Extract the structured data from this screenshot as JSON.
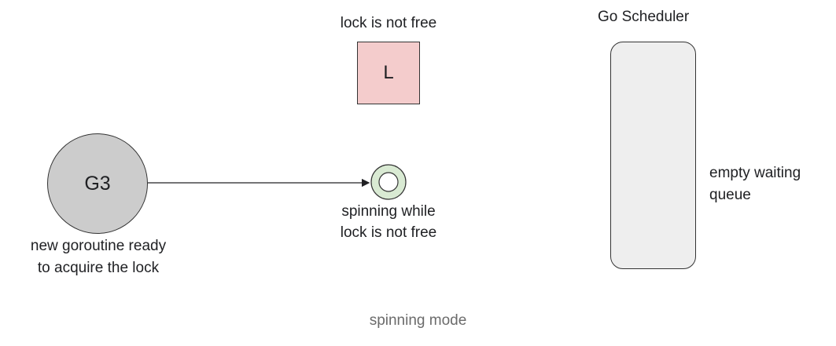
{
  "lock": {
    "status_label": "lock is not free",
    "letter": "L"
  },
  "scheduler": {
    "title": "Go Scheduler",
    "queue_label_line1": "empty waiting",
    "queue_label_line2": "queue"
  },
  "goroutine": {
    "name": "G3",
    "desc_line1": "new goroutine ready",
    "desc_line2": "to acquire the lock"
  },
  "spinner": {
    "label_line1": "spinning while",
    "label_line2": "lock is not free"
  },
  "caption": "spinning mode",
  "colors": {
    "lock_fill": "#f4cccc",
    "goroutine_fill": "#cccccc",
    "spinner_fill": "#d9ead3",
    "queue_fill": "#eeeeee",
    "caption_text": "#6b6b6b"
  }
}
